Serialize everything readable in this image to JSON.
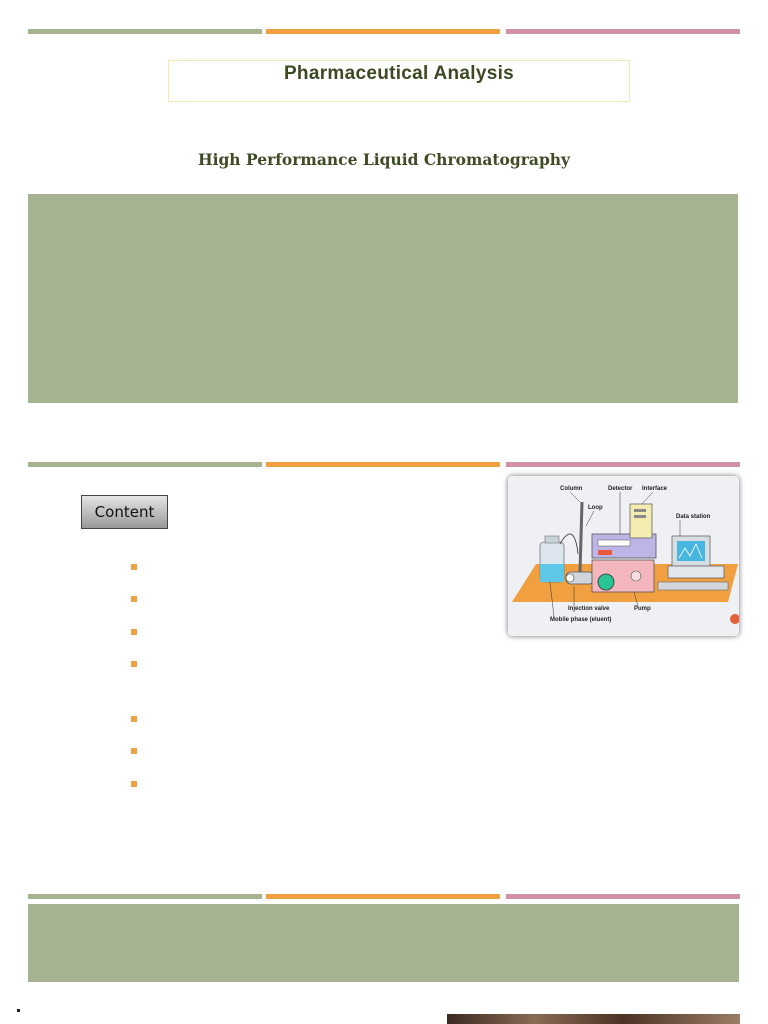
{
  "colors": {
    "bar_green": "#a6b390",
    "bar_orange": "#f0a040",
    "bar_pink": "#d391a8",
    "panel_green": "#a6b390",
    "title_text": "#3b4a22"
  },
  "slide1": {
    "title": "Pharmaceutical Analysis",
    "subtitle": "High Performance Liquid Chromatography"
  },
  "slide2": {
    "content_button": "Content",
    "bullet_count": 7,
    "diagram": {
      "labels": {
        "column": "Column",
        "detector": "Detector",
        "interface": "Interface",
        "loop": "Loop",
        "data_station": "Data station",
        "injection_valve": "Injection valve",
        "pump": "Pump",
        "mobile_phase": "Mobile phase (eluent)"
      }
    }
  }
}
